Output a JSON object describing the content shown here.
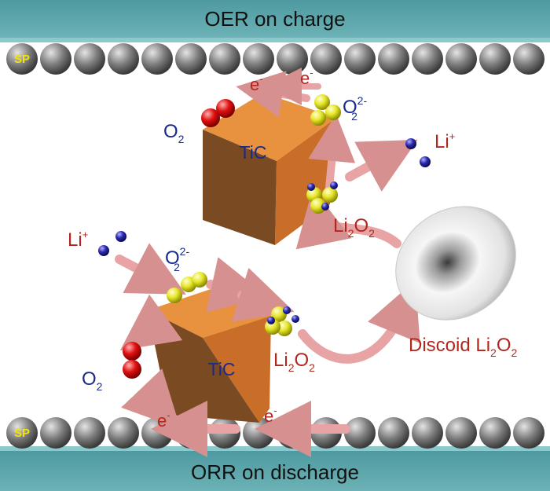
{
  "top_bar": {
    "label": "OER on charge"
  },
  "bottom_bar": {
    "label": "ORR on discharge"
  },
  "sp_label_top": "SP",
  "sp_label_bottom": "SP",
  "upper_cube": {
    "label": "TiC",
    "o2": "O",
    "o2_sub": "2",
    "e1": "e",
    "e1_sup": "-",
    "e2": "e",
    "e2_sup": "-",
    "peroxide": "O",
    "peroxide_sup": "2-",
    "peroxide_sub": "2",
    "li": "Li",
    "li_sup": "+",
    "li2o2": "Li",
    "li2o2_sub1": "2",
    "li2o2_o": "O",
    "li2o2_sub2": "2"
  },
  "lower_cube": {
    "label": "TiC",
    "o2": "O",
    "o2_sub": "2",
    "li": "Li",
    "li_sup": "+",
    "peroxide": "O",
    "peroxide_sup": "2-",
    "peroxide_sub": "2",
    "li2o2": "Li",
    "li2o2_sub1": "2",
    "li2o2_o": "O",
    "li2o2_sub2": "2",
    "e1": "e",
    "e1_sup": "-",
    "e2": "e",
    "e2_sup": "-"
  },
  "discoid": {
    "label": "Discoid Li",
    "sub1": "2",
    "o": "O",
    "sub2": "2"
  },
  "colors": {
    "bar": "#5aa3a8",
    "cube_front": "#7a4a22",
    "cube_top": "#e8913f",
    "label_red": "#b3261e",
    "label_blue": "#1a2a8a",
    "sp_yellow": "#f2e600"
  }
}
